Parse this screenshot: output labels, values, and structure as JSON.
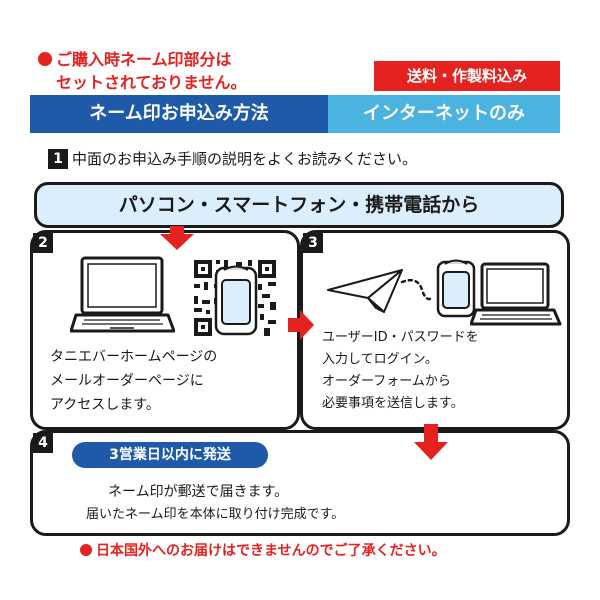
{
  "notice_top": {
    "line1": "ご購入時ネーム印部分は",
    "line2": "セットされておりません。"
  },
  "badge_shipping_included": "送料・作製料込み",
  "banner": {
    "left": "ネーム印お申込み方法",
    "right": "インターネットのみ"
  },
  "step1": {
    "number": "1",
    "text": "中面のお申込み手順の説明をよくお読みください。"
  },
  "pc_banner": "パソコン・スマートフォン・携帯電話から",
  "step2": {
    "number": "2",
    "lines": [
      "タニエバーホームページの",
      "メールオーダーページに",
      "アクセスします。"
    ]
  },
  "step3": {
    "number": "3",
    "lines": [
      "ユーザーID・パスワードを",
      "入力してログイン。",
      "オーダーフォームから",
      "必要事項を送信します。"
    ]
  },
  "step4": {
    "number": "4",
    "badge": "3営業日以内に発送",
    "line1": "ネーム印が郵送で届きます。",
    "line2": "届いたネーム印を本体に取り付け完成です。"
  },
  "notice_bottom": "日本国外へのお届けはできませんのでご了承ください。",
  "colors": {
    "accent_red": "#e5221f",
    "banner_blue": "#1e5aa8",
    "banner_light_blue": "#4ab3e0",
    "pale_blue": "#dbeefb"
  },
  "icons": [
    "laptop-icon",
    "qr-code-icon",
    "mobile-phone-icon",
    "paper-plane-icon",
    "arrow-down-icon",
    "arrow-right-icon"
  ]
}
